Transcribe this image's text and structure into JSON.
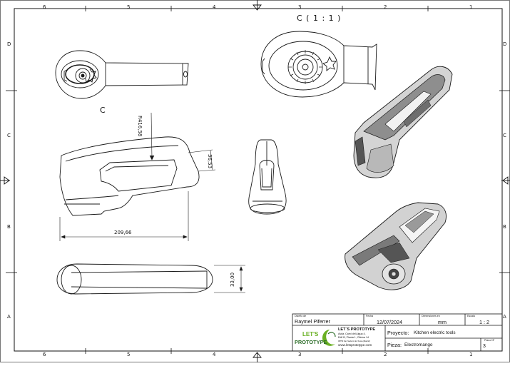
{
  "zones": {
    "columns": [
      "6",
      "5",
      "4",
      "3",
      "2",
      "1"
    ],
    "rows": [
      "D",
      "C",
      "B",
      "A"
    ]
  },
  "views": {
    "detail_title": "C ( 1 : 1 )",
    "detail_ref": "C"
  },
  "dimensions": {
    "radius": "R416,58",
    "length": "209,66",
    "height_tip": "36,53",
    "height_bottom": "33,00"
  },
  "title_block": {
    "designer_label": "Diseño de",
    "designer": "Raymel Piferrer",
    "date_label": "Fecha",
    "date": "12/07/2024",
    "units_label": "Dimensiones en",
    "units": "mm",
    "scale_label": "Escala",
    "scale": "1 : 2",
    "logo_text_1": "LET'S",
    "logo_text_2": "PROTOTYPE",
    "company": "LET´S PROTOTYPE",
    "address_1": "Avda. Camí del Aigua 4,",
    "address_2": "Edif B, Planta 1, Oficina 14",
    "address_3": "08750 San Sadurní de l'Anoia (Madrid)",
    "website": "www.letsprototype.com",
    "project_label": "Proyecto:",
    "project": "Kitchen electric tools",
    "part_label": "Pieza:",
    "part": "Electromango",
    "sheet_label": "Plano Nº",
    "sheet": "3"
  },
  "colors": {
    "line": "#1a1a1a",
    "logo_green": "#6ab023",
    "logo_text": "#2f6f2b"
  }
}
